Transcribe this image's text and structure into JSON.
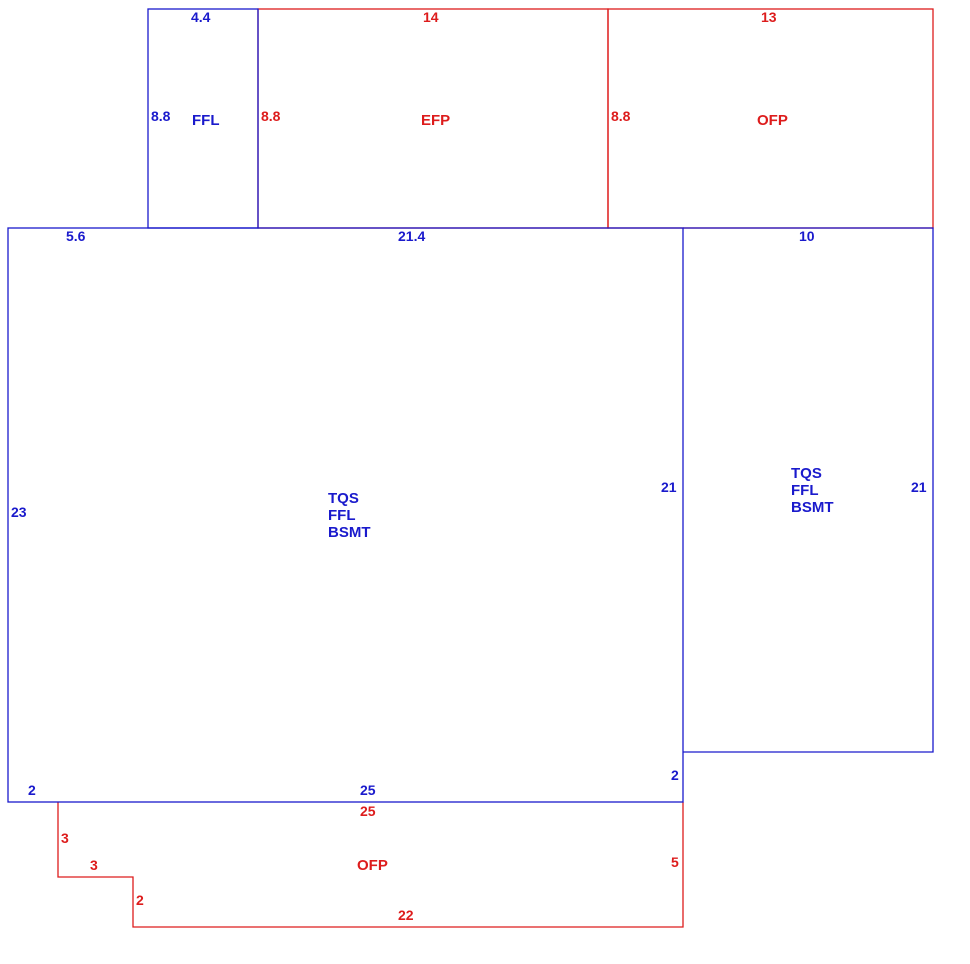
{
  "colors": {
    "blue": "#1a1acc",
    "red": "#dd1c1c"
  },
  "areas": {
    "ffl_top": {
      "code": "FFL"
    },
    "efp": {
      "code": "EFP"
    },
    "ofp_top": {
      "code": "OFP"
    },
    "main": {
      "lines": [
        "TQS",
        "FFL",
        "BSMT"
      ]
    },
    "right": {
      "lines": [
        "TQS",
        "FFL",
        "BSMT"
      ]
    },
    "ofp_bottom": {
      "code": "OFP"
    }
  },
  "dimensions": {
    "ffl_top_width": "4.4",
    "ffl_top_height": "8.8",
    "efp_width": "14",
    "efp_height": "8.8",
    "ofp_top_width": "13",
    "ofp_top_height": "8.8",
    "main_top_left": "5.6",
    "main_top_right": "21.4",
    "main_left": "23",
    "main_right": "21",
    "main_bottom": "25",
    "main_bottom_left": "2",
    "main_jog": "2",
    "right_top": "10",
    "right_right": "21",
    "ofp_bottom_top": "25",
    "ofp_bottom_left_1": "3",
    "ofp_bottom_step": "3",
    "ofp_bottom_left_2": "2",
    "ofp_bottom_bottom": "22",
    "ofp_bottom_right": "5"
  }
}
